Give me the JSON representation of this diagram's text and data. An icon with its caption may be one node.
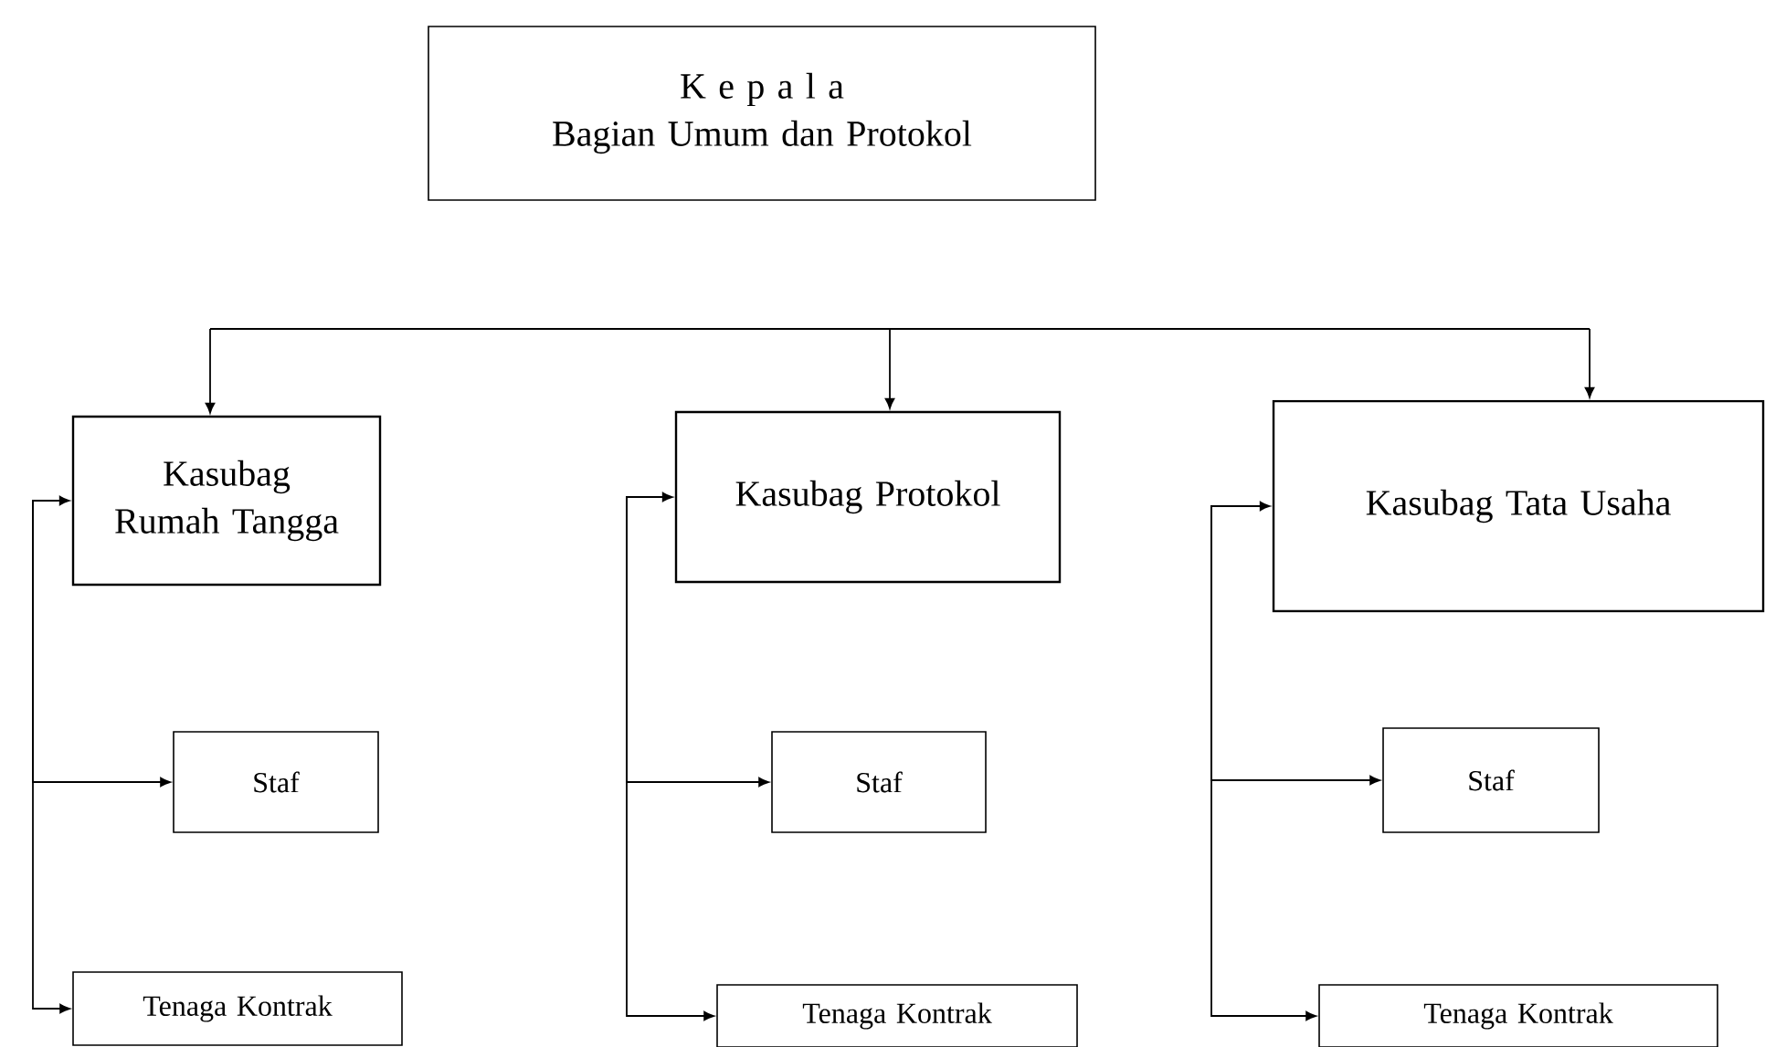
{
  "diagram": {
    "nodes": [
      {
        "text": [
          "K e p a l a",
          "Bagian Umum dan Protokol"
        ]
      },
      {
        "text": [
          "Kasubag Rumah Tangga"
        ]
      },
      {
        "text": [
          "Kasubag Protokol"
        ]
      },
      {
        "text": [
          "Kasubag Tata Usaha"
        ]
      },
      {
        "text": [
          "Staf"
        ]
      },
      {
        "text": [
          "Tenaga Kontrak"
        ]
      },
      {
        "text": [
          "Staf"
        ]
      },
      {
        "text": [
          "Tenaga Kontrak"
        ]
      },
      {
        "text": [
          "Staf"
        ]
      },
      {
        "text": [
          "Tenaga Kontrak"
        ]
      }
    ],
    "edges": [
      {
        "from": null,
        "to": 1,
        "arrow": "to"
      },
      {
        "from": null,
        "to": 2,
        "arrow": "to"
      },
      {
        "from": null,
        "to": 3,
        "arrow": "to"
      },
      {
        "from": null,
        "to": 1,
        "arrow": "to"
      },
      {
        "from": 1,
        "to": 4,
        "arrow": "to"
      },
      {
        "from": 1,
        "to": 5,
        "arrow": "to"
      },
      {
        "from": null,
        "to": 2,
        "arrow": "to"
      },
      {
        "from": 2,
        "to": 6,
        "arrow": "to"
      },
      {
        "from": 2,
        "to": 7,
        "arrow": "to"
      },
      {
        "from": null,
        "to": 3,
        "arrow": "to"
      },
      {
        "from": 3,
        "to": 8,
        "arrow": "to"
      },
      {
        "from": 3,
        "to": 9,
        "arrow": "to"
      }
    ]
  }
}
